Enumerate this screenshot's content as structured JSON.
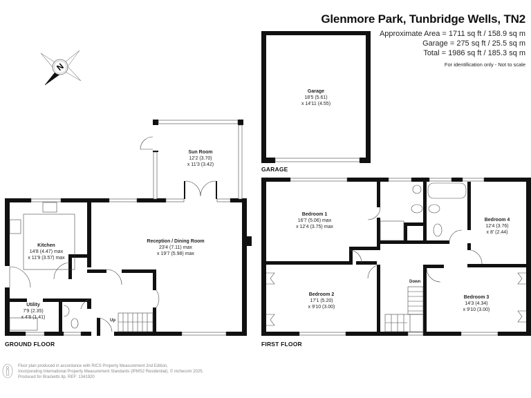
{
  "header": {
    "title": "Glenmore Park, Tunbridge Wells, TN2",
    "areas": [
      "Approximate Area = 1711 sq ft / 158.9 sq m",
      "Garage = 275 sq ft / 25.5 sq m",
      "Total = 1986 sq ft / 185.3 sq m"
    ],
    "note": "For identification only - Not to scale"
  },
  "compass": {
    "icon": "north-compass-icon",
    "letter": "N"
  },
  "floors": {
    "ground": {
      "label": "GROUND FLOOR"
    },
    "garage": {
      "label": "GARAGE"
    },
    "first": {
      "label": "FIRST FLOOR"
    }
  },
  "rooms": {
    "sun_room": {
      "name": "Sun Room",
      "dim1": "12'2 (3.70)",
      "dim2": "x 11'3 (3.42)"
    },
    "kitchen": {
      "name": "Kitchen",
      "dim1": "14'8 (4.47) max",
      "dim2": "x 11'9 (3.57) max"
    },
    "utility": {
      "name": "Utility",
      "dim1": "7'9 (2.35)",
      "dim2": "x 4'8 (1.41)"
    },
    "reception": {
      "name": "Reception / Dining Room",
      "dim1": "23'4 (7.11) max",
      "dim2": "x 19'7 (5.98) max"
    },
    "garage": {
      "name": "Garage",
      "dim1": "18'5 (5.61)",
      "dim2": "x 14'11 (4.55)"
    },
    "bedroom1": {
      "name": "Bedroom 1",
      "dim1": "16'7 (5.06) max",
      "dim2": "x 12'4 (3.75)  max"
    },
    "bedroom2": {
      "name": "Bedroom 2",
      "dim1": "17'1 (5.20)",
      "dim2": "x 9'10 (3.00)"
    },
    "bedroom3": {
      "name": "Bedroom 3",
      "dim1": "14'3 (4.34)",
      "dim2": "x 9'10 (3.00)"
    },
    "bedroom4": {
      "name": "Bedroom 4",
      "dim1": "12'4 (3.76)",
      "dim2": "x 8' (2.44)"
    }
  },
  "stairs": {
    "up": "Up",
    "down": "Down"
  },
  "footer": {
    "lines": [
      "Floor plan produced in accordance with RICS Property Measurement 2nd Edition,",
      "Incorporating International Property Measurement Standards (IPMS2 Residential).   © nichecom 2025.",
      "Produced for Bracketts llp.   REF:  1341920"
    ]
  }
}
